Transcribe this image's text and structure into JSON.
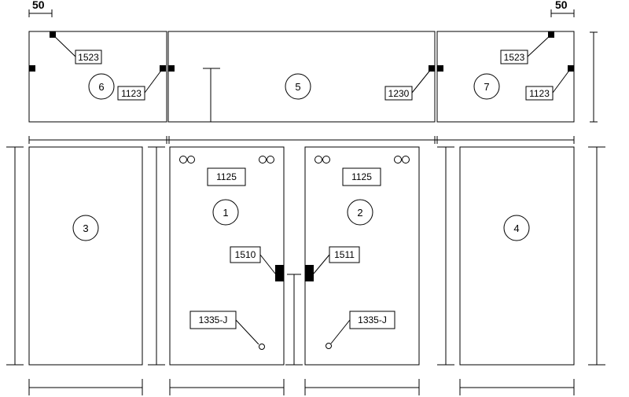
{
  "dimensions": {
    "left_top": "50",
    "right_top": "50"
  },
  "panels": {
    "p1": {
      "number": "1",
      "tags": {
        "top": "1125",
        "hinge": "1510",
        "hole": "1335-J"
      }
    },
    "p2": {
      "number": "2",
      "tags": {
        "top": "1125",
        "hinge": "1511",
        "hole": "1335-J"
      }
    },
    "p3": {
      "number": "3"
    },
    "p4": {
      "number": "4"
    },
    "p5": {
      "number": "5",
      "tags": {
        "right": "1230"
      }
    },
    "p6": {
      "number": "6",
      "tags": {
        "top": "1523",
        "bottom": "1123"
      }
    },
    "p7": {
      "number": "7",
      "tags": {
        "top": "1523",
        "bottom": "1123"
      }
    }
  }
}
